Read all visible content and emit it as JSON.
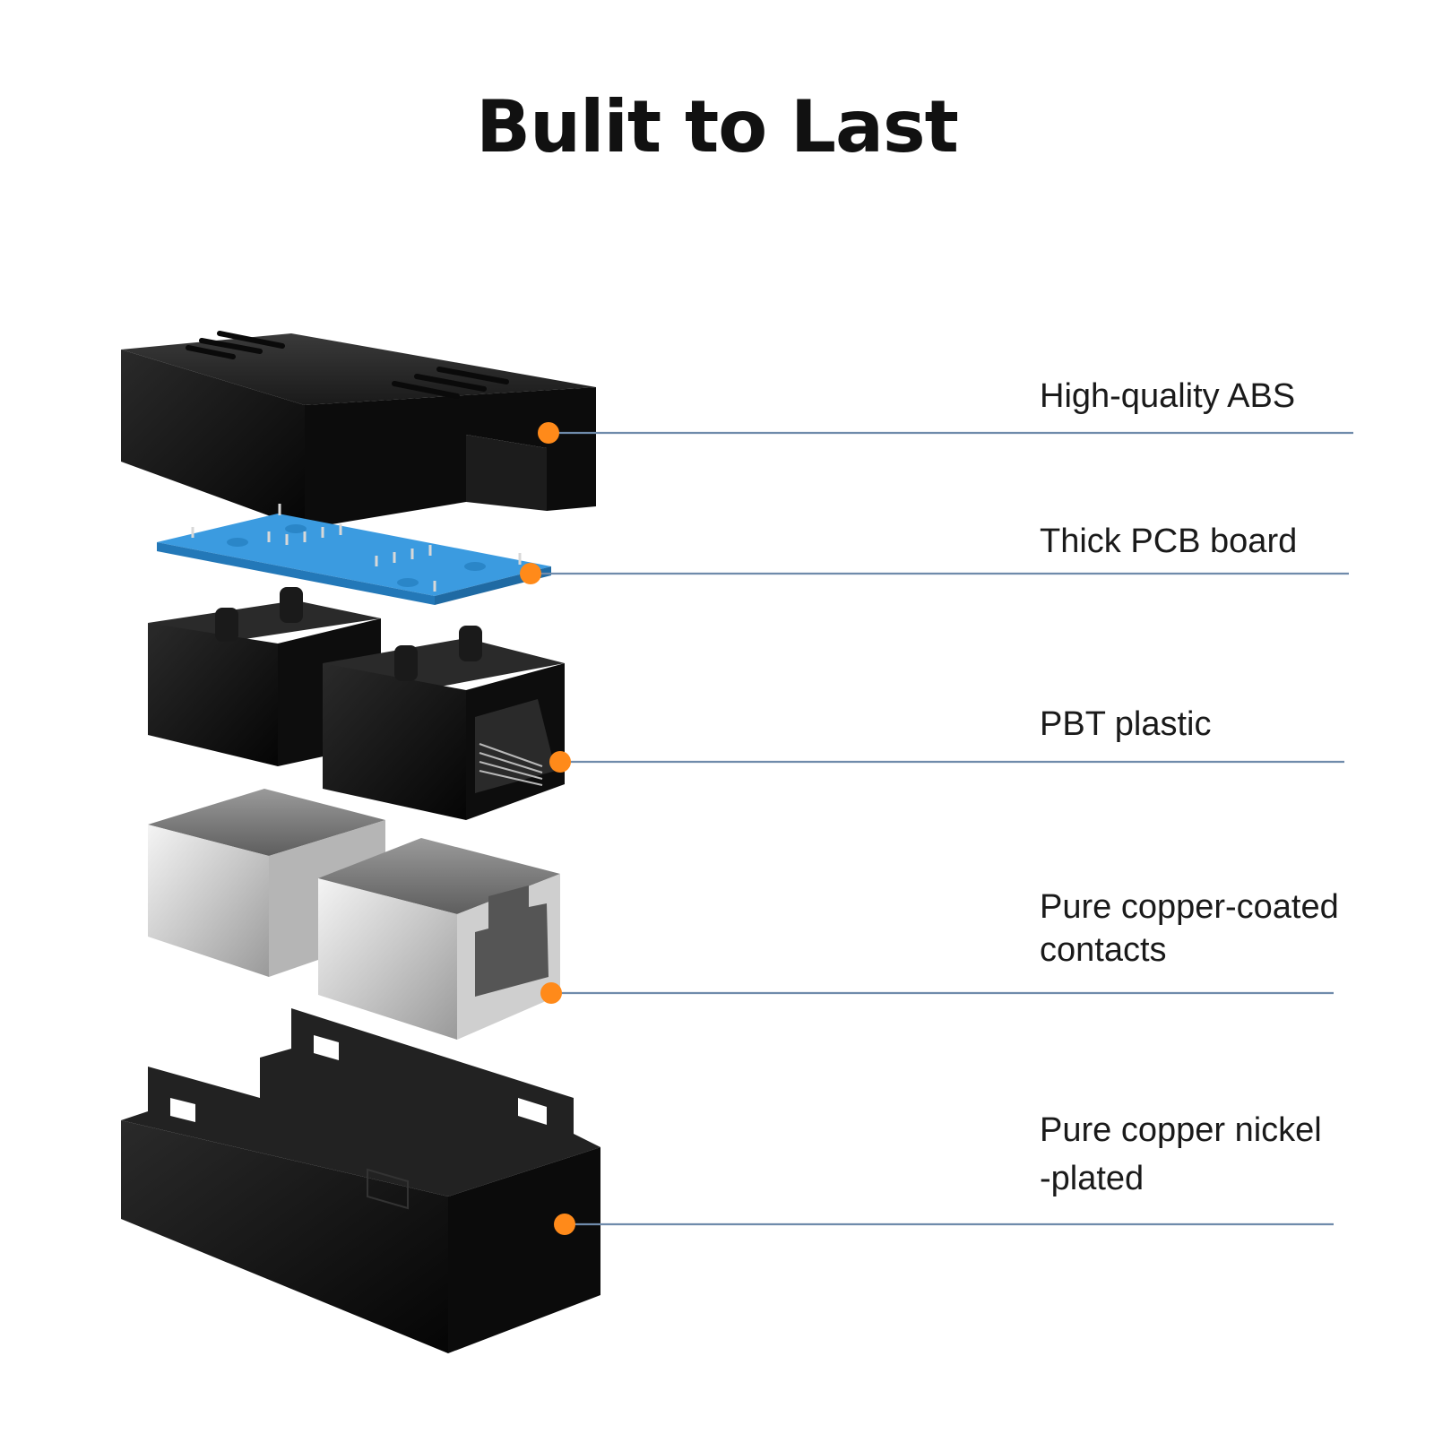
{
  "title": "Bulit to Last",
  "colors": {
    "accent_dot": "#ff8a1a",
    "leader_line": "#6f8bab",
    "pcb": "#3b9be0",
    "plastic": "#111111"
  },
  "parts": [
    {
      "id": "top-shell",
      "lines": [
        "High-quality ABS"
      ]
    },
    {
      "id": "pcb",
      "lines": [
        "Thick PCB board"
      ]
    },
    {
      "id": "jack-body",
      "lines": [
        "PBT plastic"
      ]
    },
    {
      "id": "shield",
      "lines": [
        "Pure copper-coated",
        "contacts"
      ]
    },
    {
      "id": "base-shell",
      "lines": [
        "Pure copper nickel",
        "-plated"
      ]
    }
  ]
}
